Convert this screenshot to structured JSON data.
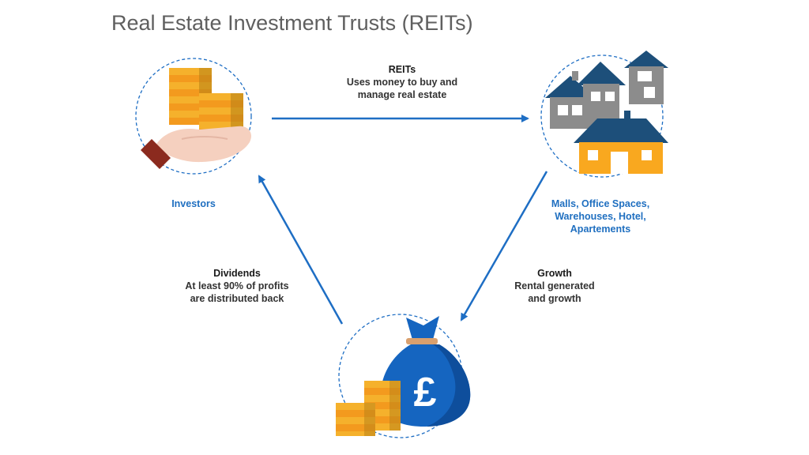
{
  "title": "Real Estate Investment Trusts (REITs)",
  "nodes": {
    "investors": {
      "label": "Investors"
    },
    "real_estate": {
      "label_lines": [
        "Malls, Office Spaces,",
        "Warehouses, Hotel,",
        "Apartements"
      ]
    },
    "money": {
      "symbol": "£"
    }
  },
  "flows": {
    "reits": {
      "heading": "REITs",
      "lines": [
        "Uses money to buy and",
        "manage real estate"
      ]
    },
    "growth": {
      "heading": "Growth",
      "lines": [
        "Rental generated",
        "and growth"
      ]
    },
    "dividends": {
      "heading": "Dividends",
      "lines": [
        "At least 90% of profits",
        "are distributed back"
      ]
    }
  },
  "colors": {
    "accent_blue": "#1f6fc0",
    "arrow_blue": "#1e6ec4",
    "coin_gold": "#f5b12c",
    "coin_orange": "#f39a1e",
    "house_gray": "#8c8c8c",
    "house_roof": "#1d4f7a",
    "house_orange": "#f9a81f",
    "bag_blue": "#1565c0",
    "hand_skin": "#f5d0bf",
    "cuff_red": "#8b2a1e"
  }
}
